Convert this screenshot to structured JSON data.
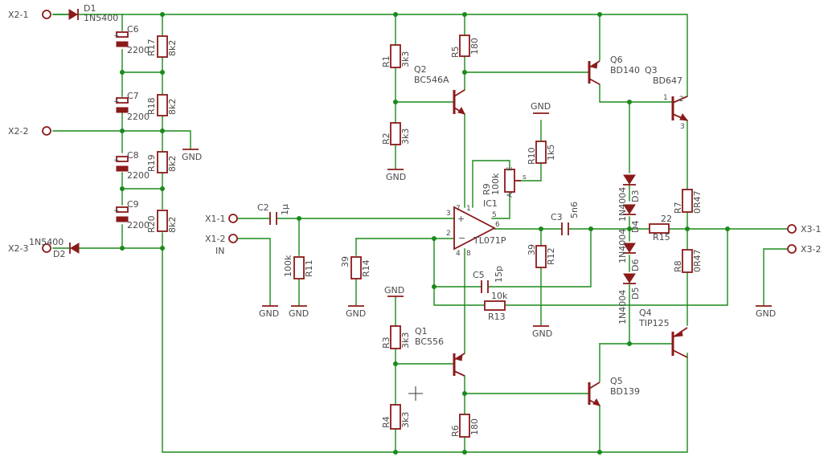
{
  "connectors": {
    "x2_1": "X2-1",
    "x2_2": "X2-2",
    "x2_3": "X2-3",
    "x1_1": "X1-1",
    "x1_2": "X1-2",
    "in": "IN",
    "x3_1": "X3-1",
    "x3_2": "X3-2"
  },
  "gnd": "GND",
  "parts": {
    "d1": {
      "name": "D1",
      "value": "1N5400"
    },
    "d2": {
      "name": "D2",
      "value": "1N5400"
    },
    "c6": {
      "name": "C6",
      "value": "2200"
    },
    "c7": {
      "name": "C7",
      "value": "2200"
    },
    "c8": {
      "name": "C8",
      "value": "2200"
    },
    "c9": {
      "name": "C9",
      "value": "2200"
    },
    "r17": {
      "name": "R17",
      "value": "8k2"
    },
    "r18": {
      "name": "R18",
      "value": "8k2"
    },
    "r19": {
      "name": "R19",
      "value": "8k2"
    },
    "r20": {
      "name": "R20",
      "value": "8k2"
    },
    "c2": {
      "name": "C2",
      "value": "1µ"
    },
    "r11": {
      "name": "R11",
      "value": "100k"
    },
    "r14": {
      "name": "R14",
      "value": "39"
    },
    "r1": {
      "name": "R1",
      "value": "3k3"
    },
    "r2": {
      "name": "R2",
      "value": "3k3"
    },
    "r3": {
      "name": "R3",
      "value": "3k3"
    },
    "r4": {
      "name": "R4",
      "value": "3k3"
    },
    "r5": {
      "name": "R5",
      "value": "180"
    },
    "r6": {
      "name": "R6",
      "value": "180"
    },
    "q1": {
      "name": "Q1",
      "value": "BC556"
    },
    "q2": {
      "name": "Q2",
      "value": "BC546A"
    },
    "q3": {
      "name": "Q3",
      "value": "BD647"
    },
    "q4": {
      "name": "Q4",
      "value": "TIP125"
    },
    "q5": {
      "name": "Q5",
      "value": "BD139"
    },
    "q6": {
      "name": "Q6",
      "value": "BD140"
    },
    "ic1": {
      "name": "IC1",
      "value": "TL071P"
    },
    "r9": {
      "name": "R9",
      "value": "100k"
    },
    "r10": {
      "name": "R10",
      "value": "1k5"
    },
    "c3": {
      "name": "C3",
      "value": "5n6"
    },
    "r12": {
      "name": "R12",
      "value": "39"
    },
    "c5": {
      "name": "C5",
      "value": "15p"
    },
    "r13": {
      "name": "R13",
      "value": "10k"
    },
    "r15": {
      "name": "R15",
      "value": "22"
    },
    "r7": {
      "name": "R7",
      "value": "0R47"
    },
    "r8": {
      "name": "R8",
      "value": "0R47"
    },
    "d3": {
      "name": "D3",
      "value": "1N4004"
    },
    "d4": {
      "name": "D4",
      "value": "1N4004"
    },
    "d5": {
      "name": "D5",
      "value": "1N4004"
    },
    "d6": {
      "name": "D6",
      "value": "1N4004"
    }
  },
  "pins": {
    "p1": "1",
    "p2": "2",
    "p3": "3",
    "p4": "4",
    "p5": "5",
    "p6": "6",
    "p7": "7",
    "p8": "8",
    "s": "s",
    "a": "A",
    "e": "E"
  }
}
